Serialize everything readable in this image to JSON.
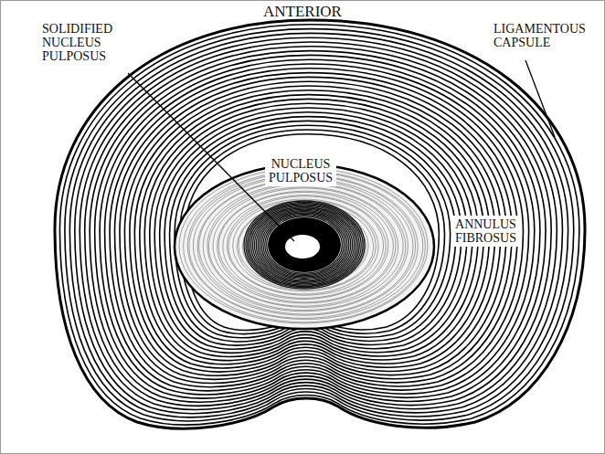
{
  "diagram": {
    "labels": [
      "ANTERIOR",
      "SOLIDIFIED NUCLEUS PULPOSUS",
      "LIGAMENTOUS CAPSULE",
      "NUCLEUS PULPOSUS",
      "ANNULUS FIBROSUS"
    ]
  }
}
